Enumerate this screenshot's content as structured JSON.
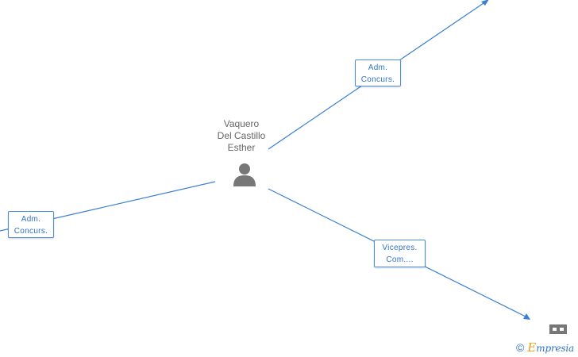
{
  "person": {
    "name_lines": [
      "Vaquero",
      "Del Castillo",
      "Esther"
    ]
  },
  "roles": {
    "top": [
      "Adm.",
      "Concurs."
    ],
    "left": [
      "Adm.",
      "Concurs."
    ],
    "right": [
      "Vicepres.",
      "Com...."
    ]
  },
  "brand": {
    "copyright": "©",
    "e": "E",
    "rest": "mpresia"
  },
  "colors": {
    "edge": "#3a7fd5",
    "text_gray": "#666666",
    "icon_gray": "#777777",
    "brand_blue": "#2f74c6",
    "brand_orange": "#e0a21a"
  },
  "icons": [
    "person-icon",
    "building-icon",
    "copyright-icon"
  ]
}
